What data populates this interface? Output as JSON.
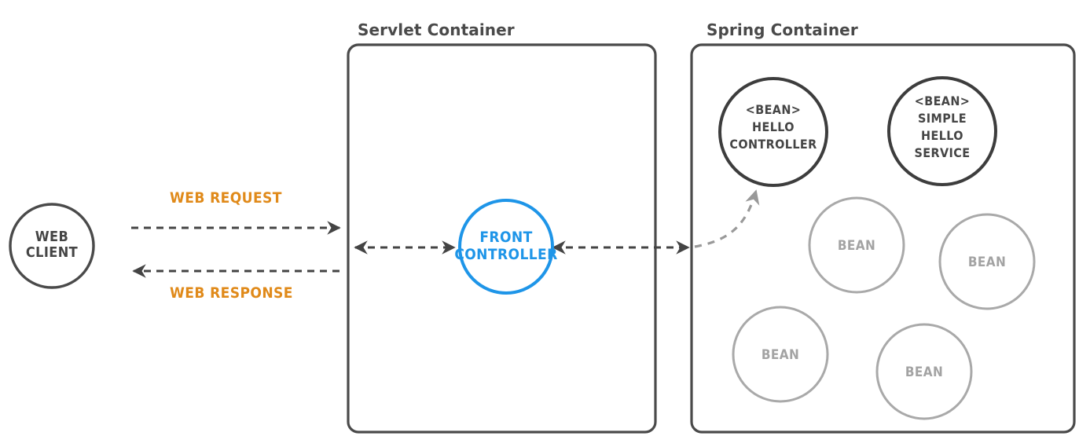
{
  "diagram": {
    "title_servlet": "Servlet Container",
    "title_spring": "Spring Container",
    "client": {
      "line1": "WEB",
      "line2": "CLIENT"
    },
    "front_controller": {
      "line1": "FRONT",
      "line2": "CONTROLLER"
    },
    "flows": {
      "request": "WEB REQUEST",
      "response": "WEB RESPONSE"
    },
    "beans": {
      "hello_controller": [
        "<BEAN>",
        "HELLO",
        "CONTROLLER"
      ],
      "simple_hello_service": [
        "<BEAN>",
        "SIMPLE",
        "HELLO",
        "SERVICE"
      ],
      "generic": [
        "BEAN",
        "BEAN",
        "BEAN",
        "BEAN"
      ]
    },
    "colors": {
      "orange": "#e08a1a",
      "blue": "#1e95e8",
      "dark": "#454545",
      "gray": "#a3a3a3"
    }
  }
}
